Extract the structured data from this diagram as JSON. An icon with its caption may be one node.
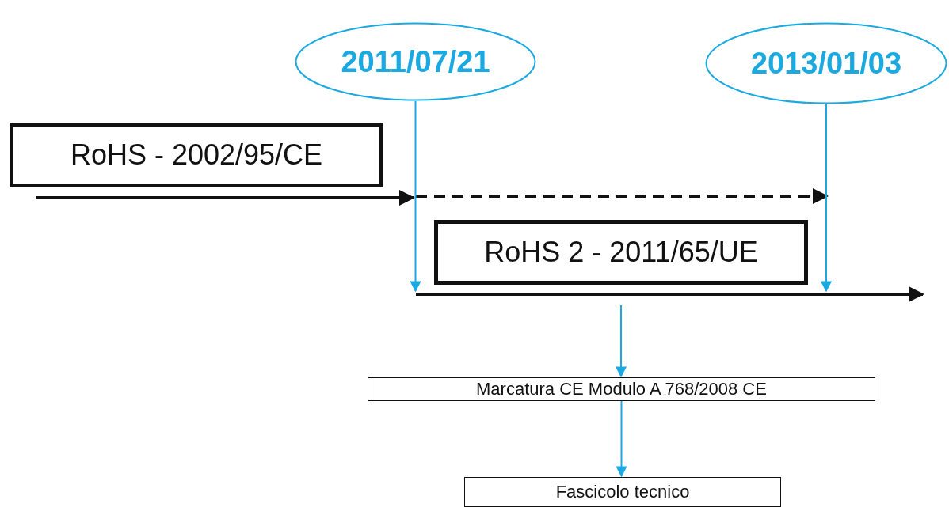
{
  "diagram": {
    "nodes": [
      {
        "text": [
          "2011/07/21"
        ]
      },
      {
        "text": [
          "2013/01/03"
        ]
      },
      {
        "text": [
          "RoHS - 2002/95/CE"
        ]
      },
      {
        "text": [
          "RoHS 2 - 2011/65/UE"
        ]
      },
      {
        "text": [
          "Marcatura CE Modulo A 768/2008 CE"
        ]
      },
      {
        "text": [
          "Fascicolo tecnico"
        ]
      }
    ],
    "edges": [
      {
        "from": 0,
        "to": 3,
        "arrow": "to",
        "color": "#1ba9e1"
      },
      {
        "from": 1,
        "to": 3,
        "arrow": "to",
        "color": "#1ba9e1"
      },
      {
        "from": 3,
        "to": 4,
        "arrow": "to",
        "color": "#1ba9e1"
      },
      {
        "from": 4,
        "to": 5,
        "arrow": "to",
        "color": "#1ba9e1"
      }
    ]
  }
}
